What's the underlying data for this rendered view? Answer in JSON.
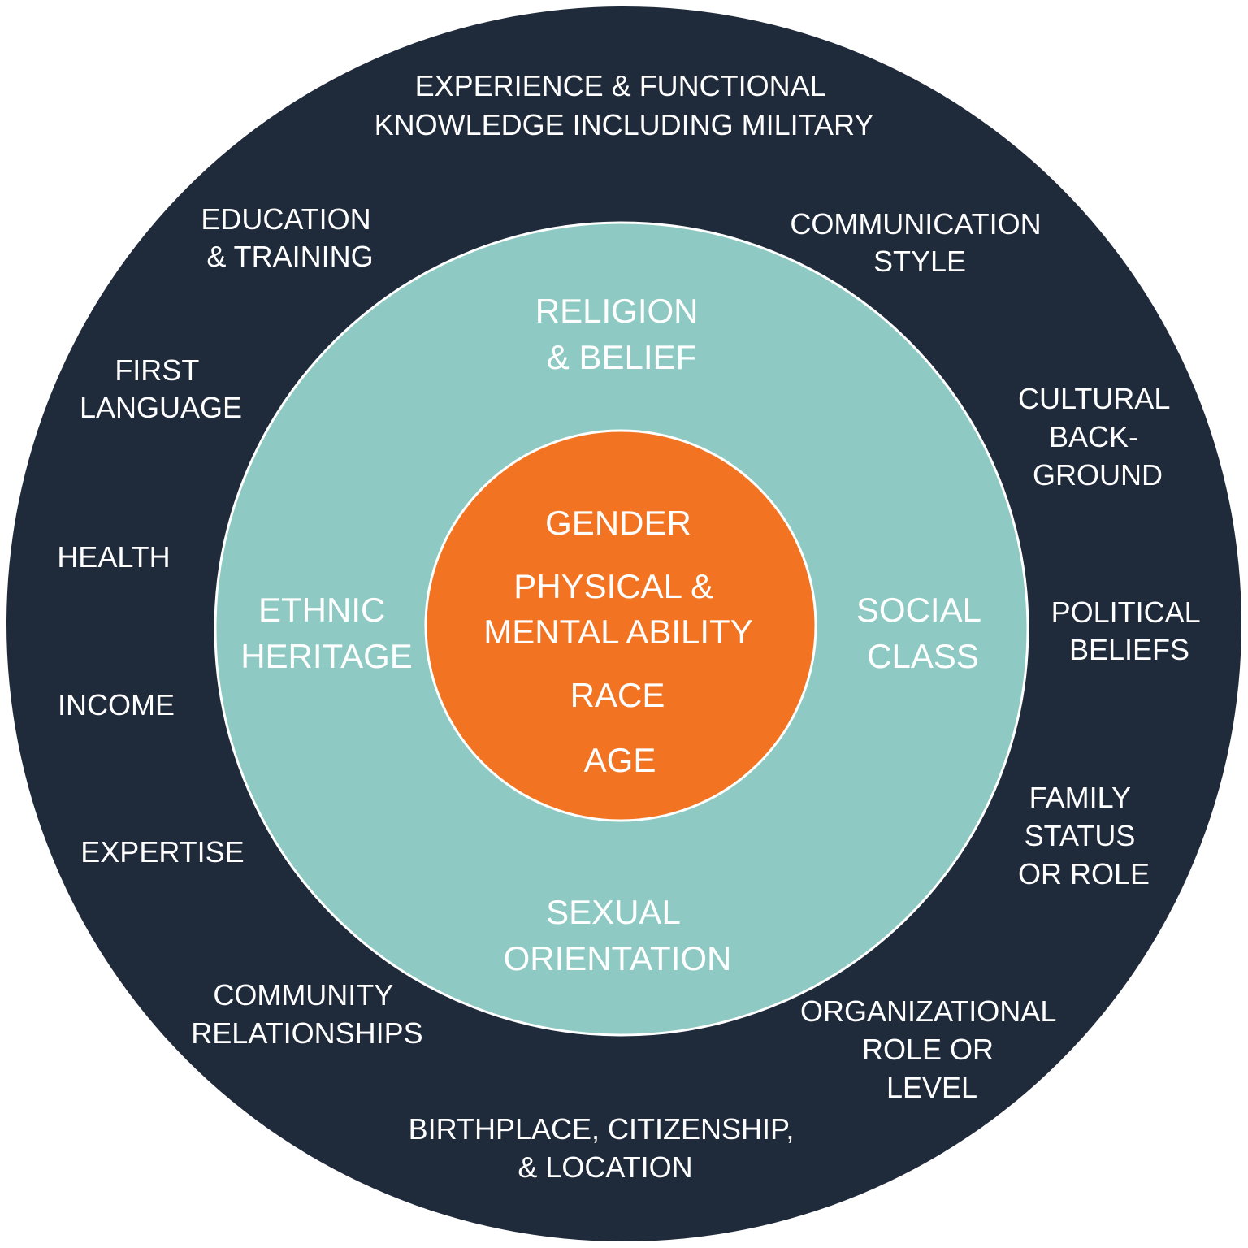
{
  "colors": {
    "outer_ring": "#1f2a3b",
    "middle_ring": "#8ecac3",
    "core": "#f27423",
    "text": "#ffffff",
    "background": "#ffffff"
  },
  "outer": {
    "experience": [
      "EXPERIENCE & FUNCTIONAL",
      "KNOWLEDGE INCLUDING MILITARY"
    ],
    "education": [
      "EDUCATION",
      "& TRAINING"
    ],
    "communication": [
      "COMMUNICATION",
      "STYLE"
    ],
    "first_language": [
      "FIRST",
      "LANGUAGE"
    ],
    "cultural": [
      "CULTURAL",
      "BACK-",
      "GROUND"
    ],
    "health": "HEALTH",
    "political": [
      "POLITICAL",
      "BELIEFS"
    ],
    "income": "INCOME",
    "family": [
      "FAMILY",
      "STATUS",
      "OR ROLE"
    ],
    "expertise": "EXPERTISE",
    "community": [
      "COMMUNITY",
      "RELATIONSHIPS"
    ],
    "organizational": [
      "ORGANIZATIONAL",
      "ROLE OR",
      "LEVEL"
    ],
    "birthplace": [
      "BIRTHPLACE, CITIZENSHIP,",
      "& LOCATION"
    ]
  },
  "middle": {
    "religion": [
      "RELIGION",
      "& BELIEF"
    ],
    "ethnic": [
      "ETHNIC",
      "HERITAGE"
    ],
    "social": [
      "SOCIAL",
      "CLASS"
    ],
    "sexual": [
      "SEXUAL",
      "ORIENTATION"
    ]
  },
  "core": {
    "gender": "GENDER",
    "ability": [
      "PHYSICAL &",
      "MENTAL ABILITY"
    ],
    "race": "RACE",
    "age": "AGE"
  }
}
